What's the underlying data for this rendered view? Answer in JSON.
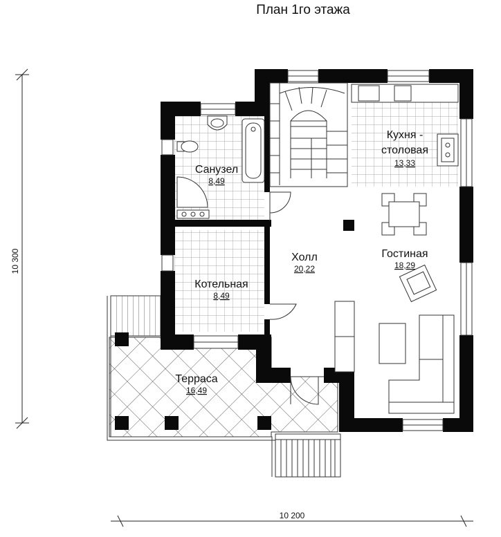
{
  "title": "План 1го этажа",
  "dimensions": {
    "width": "10 200",
    "height": "10 300"
  },
  "rooms": {
    "sanuzel": {
      "name": "Санузел",
      "area": "8,49"
    },
    "kotelnaya": {
      "name": "Котельная",
      "area": "8,49"
    },
    "holl": {
      "name": "Холл",
      "area": "20,22"
    },
    "kitchen": {
      "name_line1": "Кухня -",
      "name_line2": "столовая",
      "area": "13,33"
    },
    "living": {
      "name": "Гостиная",
      "area": "18,29"
    },
    "terrace": {
      "name": "Терраса",
      "area": "16,49"
    }
  },
  "colors": {
    "wall": "#0a0a0a",
    "line": "#333333",
    "background": "#ffffff"
  }
}
